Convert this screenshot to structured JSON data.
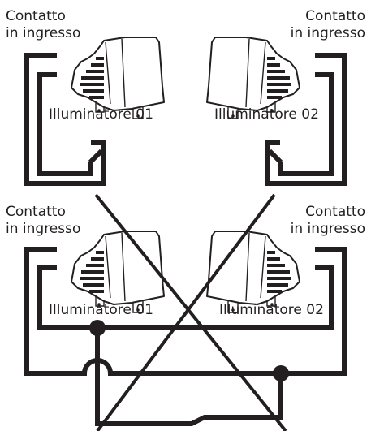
{
  "diagram": {
    "top": {
      "left": {
        "contact_line1": "Contatto",
        "contact_line2": "in ingresso",
        "illuminator": "Illuminatore 01"
      },
      "right": {
        "contact_line1": "Contatto",
        "contact_line2": "in ingresso",
        "illuminator": "Illuminatore 02"
      }
    },
    "bottom": {
      "left": {
        "contact_line1": "Contatto",
        "contact_line2": "in ingresso",
        "illuminator": "Illuminatore 01"
      },
      "right": {
        "contact_line1": "Contatto",
        "contact_line2": "in ingresso",
        "illuminator": "Illuminatore 02"
      }
    },
    "crossed_out": true
  }
}
